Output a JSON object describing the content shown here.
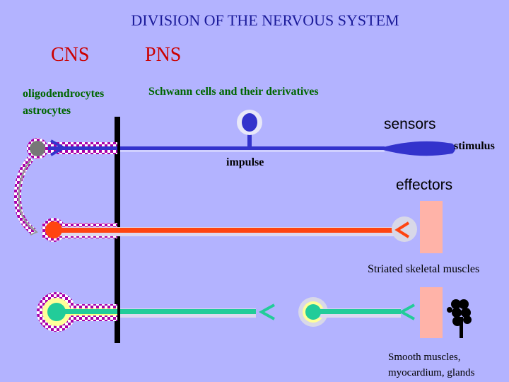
{
  "title": "DIVISION OF THE NERVOUS SYSTEM",
  "cns": {
    "label": "CNS",
    "cells_line1": "oligodendrocytes",
    "cells_line2": "astrocytes"
  },
  "pns": {
    "label": "PNS",
    "cells": "Schwann cells and their derivatives"
  },
  "labels": {
    "sensors": "sensors",
    "stimulus": "stimulus",
    "impulse": "impulse",
    "effectors": "effectors",
    "striated": "Striated skeletal muscles",
    "smooth_line1": "Smooth muscles,",
    "smooth_line2": "myocardium, glands"
  },
  "colors": {
    "background": "#b3b3ff",
    "title": "#1a1a99",
    "division_label": "#cc0000",
    "cell_text": "#006600",
    "sensory_axon": "#3333cc",
    "motor_axon": "#ff4411",
    "autonomic_axon": "#22cc99",
    "muscle": "#ffb3a8"
  }
}
